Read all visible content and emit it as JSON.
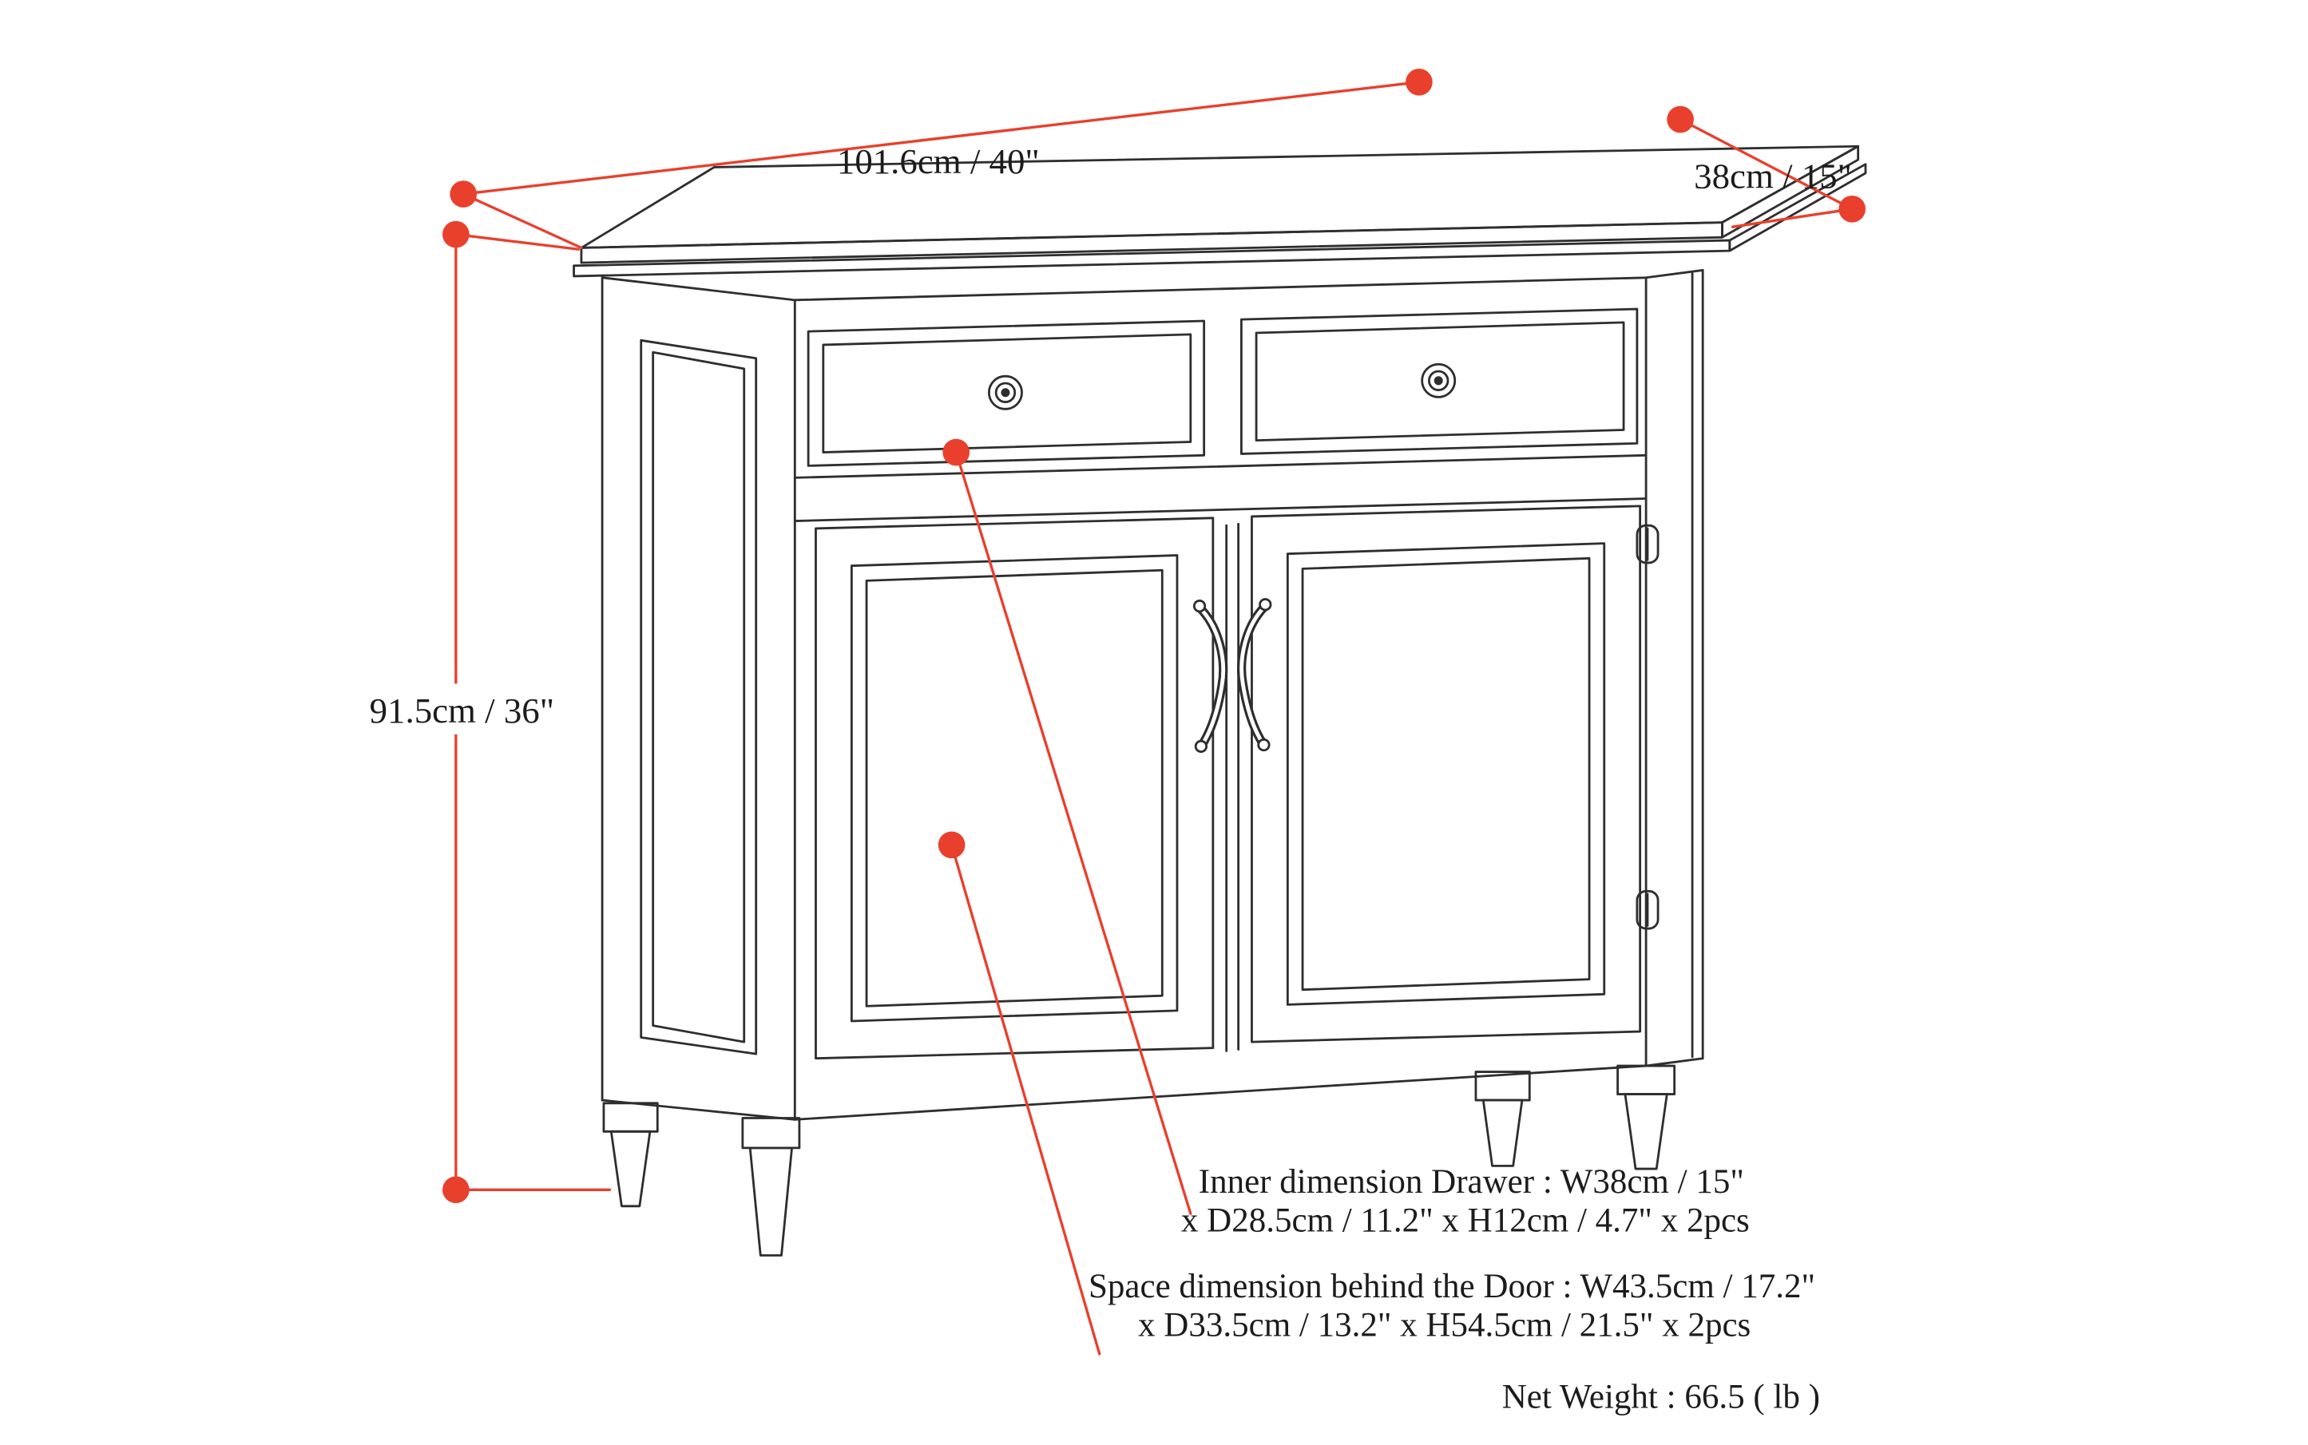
{
  "diagram": {
    "kind": "furniture-dimension-diagram",
    "dimension_labels": {
      "width": "101.6cm / 40\"",
      "depth": "38cm / 15\"",
      "height": "91.5cm / 36\""
    },
    "annotations": {
      "drawer_inner_dimension": [
        "Inner dimension Drawer : W38cm / 15\"",
        "x D28.5cm / 11.2\" x H12cm / 4.7\" x 2pcs"
      ],
      "door_space_dimension": [
        "Space dimension behind the Door  : W43.5cm / 17.2\"",
        "x D33.5cm / 13.2\" x H54.5cm / 21.5\" x 2pcs"
      ],
      "net_weight": "Net Weight : 66.5 ( lb )"
    },
    "colors": {
      "dimension_accent": "#e8402d",
      "drawing_line": "#2e2e2e",
      "background": "#ffffff"
    }
  }
}
